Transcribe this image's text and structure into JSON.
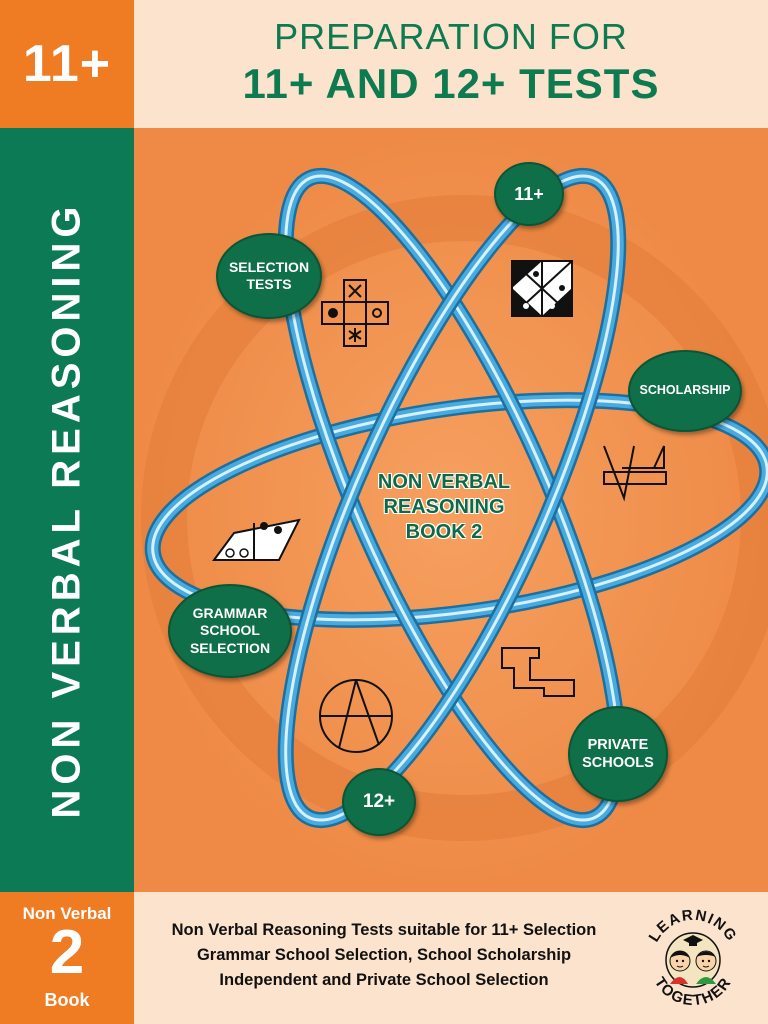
{
  "corner_badge": "11+",
  "header": {
    "line1": "PREPARATION FOR",
    "line2": "11+ AND 12+ TESTS"
  },
  "side_title": "NON VERBAL REASONING",
  "center": {
    "line1": "NON VERBAL",
    "line2": "REASONING",
    "line3": "BOOK 2"
  },
  "bubbles": {
    "eleven": "11+",
    "selection_1": "SELECTION",
    "selection_2": "TESTS",
    "scholarship": "SCHOLARSHIP",
    "grammar_1": "GRAMMAR",
    "grammar_2": "SCHOOL",
    "grammar_3": "SELECTION",
    "private_1": "PRIVATE",
    "private_2": "SCHOOLS",
    "twelve": "12+"
  },
  "book_badge": {
    "label": "Non Verbal",
    "number": "2",
    "word": "Book"
  },
  "footer": {
    "line1": "Non Verbal Reasoning Tests suitable for 11+ Selection",
    "line2": "Grammar School Selection, School Scholarship",
    "line3": "Independent and Private School Selection"
  },
  "logo": {
    "top_text": "LEARNING",
    "bottom_text": "TOGETHER"
  },
  "colors": {
    "orange": "#ef7b22",
    "green": "#0b7a55",
    "cream": "#fce3cd",
    "orbit_blue": "#41a8df"
  }
}
